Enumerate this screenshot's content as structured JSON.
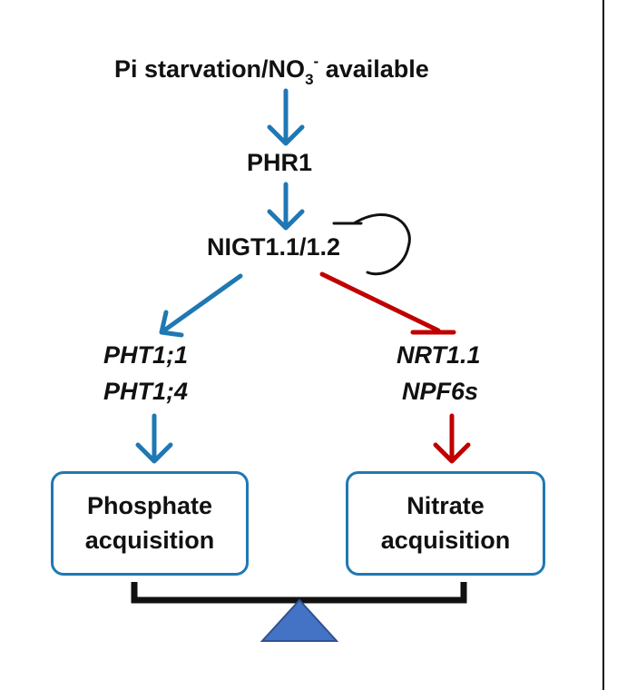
{
  "nodes": {
    "signal": {
      "prefix": "Pi starvation/NO",
      "subscript": "3",
      "superscript": "-",
      "suffix": " available"
    },
    "phr1": "PHR1",
    "nigt": "NIGT1.1/1.2",
    "pht_line1": "PHT1;1",
    "pht_line2": "PHT1;4",
    "nrt_line1": "NRT1.1",
    "nrt_line2": "NPF6s",
    "phosphate_box": {
      "line1": "Phosphate",
      "line2": "acquisition"
    },
    "nitrate_box": {
      "line1": "Nitrate",
      "line2": "acquisition"
    }
  },
  "colors": {
    "activation": "#1f78b4",
    "repression": "#c00000",
    "text": "#111111",
    "balance_fulcrum": "#4472c4",
    "balance_bar": "#111111"
  }
}
